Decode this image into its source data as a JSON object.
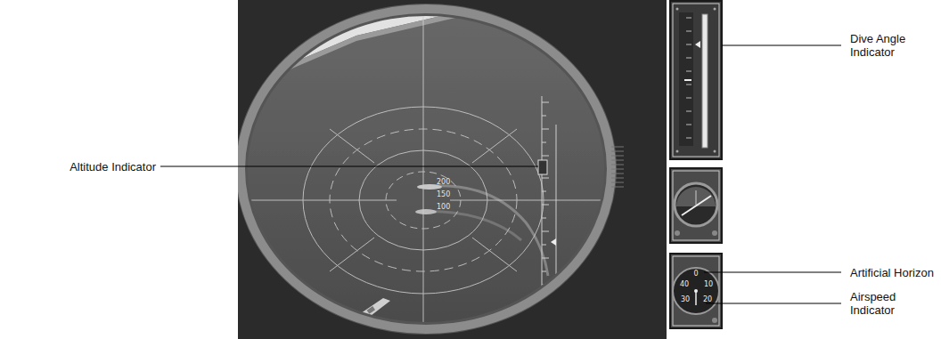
{
  "diagram": {
    "labels": [
      "200",
      "150",
      "100",
      "Altitude Indicator",
      "Dive Angle Indicator",
      "Artificial Horizon",
      "Airspeed Indicator",
      "0",
      "40",
      "10",
      "30",
      "20"
    ]
  }
}
